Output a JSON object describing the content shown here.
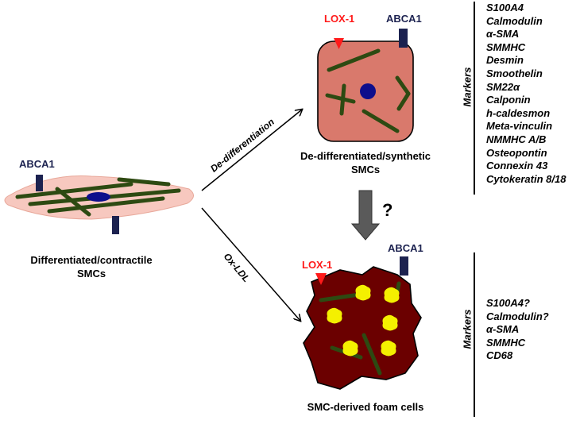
{
  "cells": {
    "contractile": {
      "label_line1": "Differentiated/contractile",
      "label_line2": "SMCs",
      "receptor_label": "ABCA1"
    },
    "synthetic": {
      "label_line1": "De-differentiated/synthetic",
      "label_line2": "SMCs",
      "lox_label": "LOX-1",
      "abca_label": "ABCA1"
    },
    "foam": {
      "label": "SMC-derived foam cells",
      "lox_label": "LOX-1",
      "abca_label": "ABCA1"
    }
  },
  "arrows": {
    "upper_label": "De-differentiation",
    "lower_label": "Ox-LDL",
    "transition_label": "?"
  },
  "marker_panels": {
    "upper": {
      "title": "Markers",
      "items": [
        "S100A4",
        "Calmodulin",
        "α-SMA",
        "SMMHC",
        "Desmin",
        "Smoothelin",
        "SM22α",
        "Calponin",
        "h-caldesmon",
        "Meta-vinculin",
        "NMMHC A/B",
        "Osteopontin",
        "Connexin 43",
        "Cytokeratin 8/18"
      ]
    },
    "lower": {
      "title": "Markers",
      "items": [
        "S100A4?",
        "Calmodulin?",
        "α-SMA",
        "SMMHC",
        "CD68"
      ]
    }
  },
  "colors": {
    "contractile_fill": "#f7c8bf",
    "synthetic_fill": "#d9796c",
    "foam_fill": "#6b0000",
    "fiber": "#2d4a12",
    "nucleus": "#0e0e8c",
    "receptor": "#1c2250",
    "lox": "#ff1a1a",
    "lipid": "#f4f000",
    "arrow_gray": "#5a5a5a"
  }
}
